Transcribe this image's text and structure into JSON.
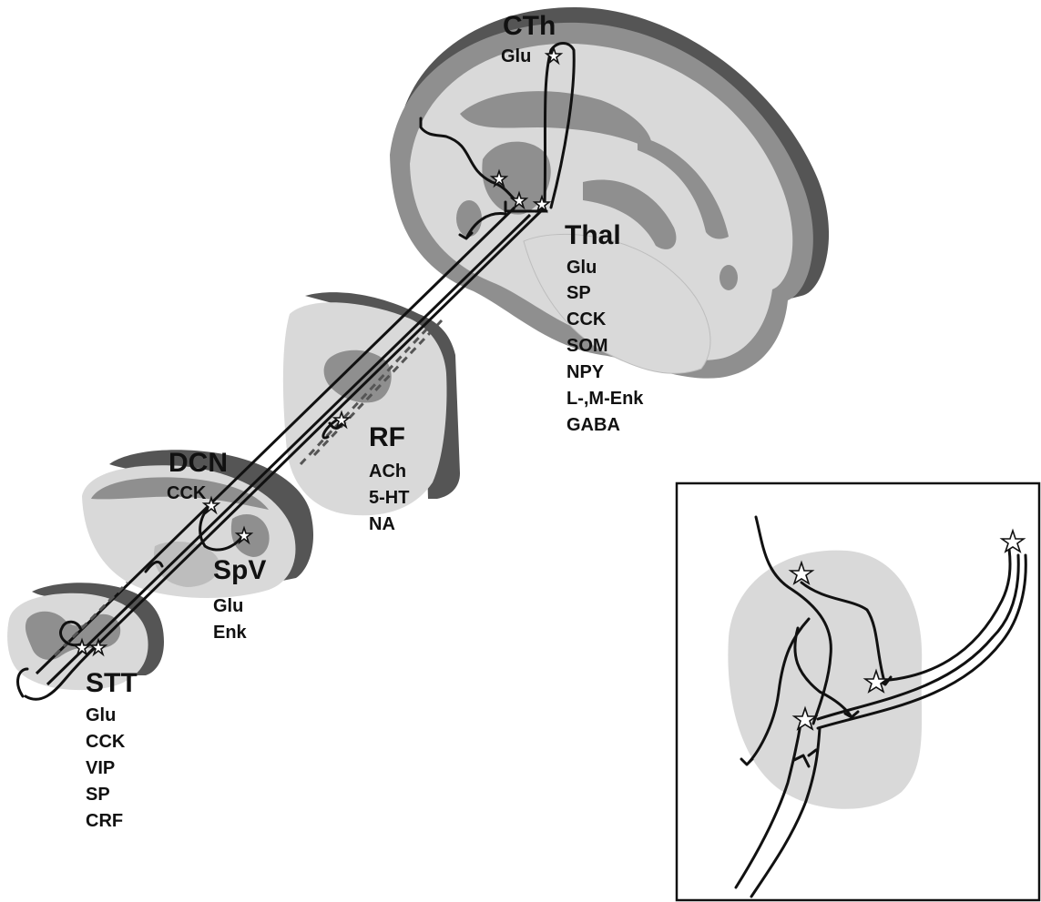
{
  "structures": {
    "cth": {
      "name": "CTh",
      "transmitters": [
        "Glu"
      ]
    },
    "thal": {
      "name": "Thal",
      "transmitters": [
        "Glu",
        "SP",
        "CCK",
        "SOM",
        "NPY",
        "L-,M-Enk",
        "GABA"
      ]
    },
    "rf": {
      "name": "RF",
      "transmitters": [
        "ACh",
        "5-HT",
        "NA"
      ]
    },
    "dcn": {
      "name": "DCN",
      "transmitters": [
        "CCK"
      ]
    },
    "spv": {
      "name": "SpV",
      "transmitters": [
        "Glu",
        "Enk"
      ]
    },
    "stt": {
      "name": "STT",
      "transmitters": [
        "Glu",
        "CCK",
        "VIP",
        "SP",
        "CRF"
      ]
    }
  },
  "colors": {
    "dark": "#555555",
    "mid": "#8f8f8f",
    "light": "#d9d9d9",
    "line": "#111111",
    "background": "#ffffff"
  }
}
